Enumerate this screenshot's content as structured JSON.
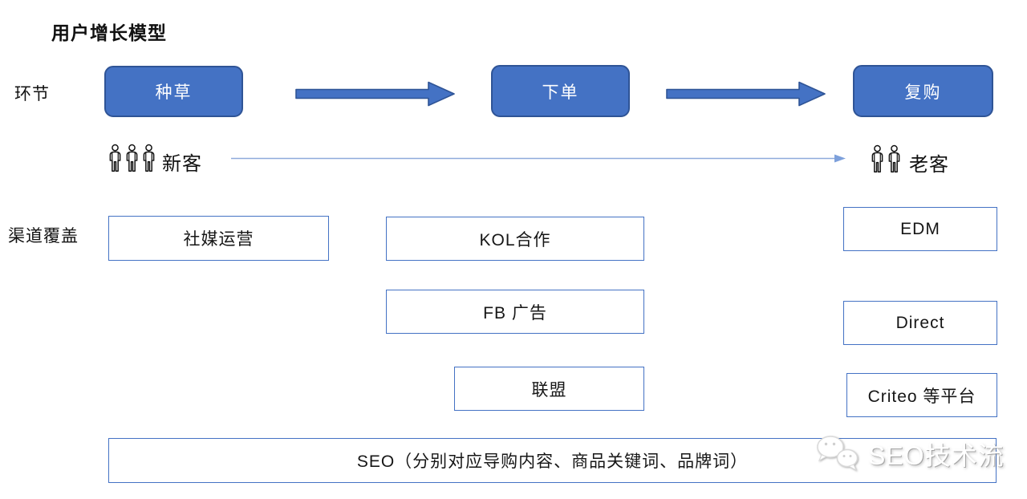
{
  "title": "用户增长模型",
  "row_labels": {
    "stage": "环节",
    "channel": "渠道覆盖"
  },
  "stages": [
    "种草",
    "下单",
    "复购"
  ],
  "customers": {
    "new": {
      "label": "新客",
      "icon_count": 3
    },
    "returning": {
      "label": "老客",
      "icon_count": 2
    }
  },
  "channels": {
    "social": "社媒运营",
    "kol": "KOL合作",
    "edm": "EDM",
    "fb_ads": "FB 广告",
    "direct": "Direct",
    "affiliate": "联盟",
    "criteo": "Criteo 等平台",
    "seo": "SEO（分别对应导购内容、商品关键词、品牌词）"
  },
  "watermark": {
    "text": "SEO技术流",
    "icon": "wechat-icon"
  },
  "colors": {
    "stage_fill": "#4472C4",
    "stage_border": "#2F5496",
    "channel_border": "#4472C4",
    "flow_line": "#8FAADC",
    "text": "#111111",
    "watermark_text": "#FFFFFF"
  }
}
